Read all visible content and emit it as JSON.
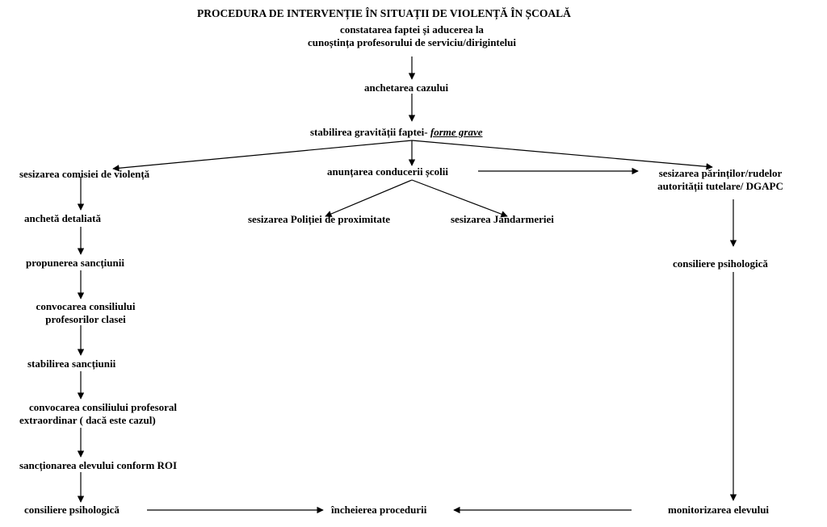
{
  "title": "PROCEDURA DE INTERVENȚIE ÎN SITUAȚII DE VIOLENȚĂ ÎN ȘCOALĂ",
  "nodes": {
    "constatare_l1": "constatarea faptei și aducerea la",
    "constatare_l2": "cunoștința profesorului de serviciu/dirigintelui",
    "ancheta": "anchetarea cazului",
    "gravitate_prefix": "stabilirea gravității faptei- ",
    "gravitate_emph": "forme grave",
    "comisie": "sesizarea comisiei de violență",
    "conducere": "anunțarea conducerii școlii",
    "parinti_l1": "sesizarea părinților/rudelor",
    "parinti_l2": "autorității tutelare/ DGAPC",
    "ancheta_detaliata": "anchetă detaliată",
    "politie": "sesizarea Poliției de proximitate",
    "jandarmerie": "sesizarea Jandarmeriei",
    "consiliere_dreapta": "consiliere psihologică",
    "propunere": "propunerea sancțiunii",
    "convocare_clasa_l1": "convocarea consiliului",
    "convocare_clasa_l2": "profesorilor clasei",
    "stabilire_sanctiune": "stabilirea sancțiunii",
    "convocare_extra_l1": "convocarea consiliului profesoral",
    "convocare_extra_l2": "extraordinar ( dacă este cazul)",
    "sanctionare": "sancționarea elevului conform ROI",
    "consiliere_stanga": "consiliere psihologică",
    "incheiere": "încheierea procedurii",
    "monitorizare": "monitorizarea elevului"
  }
}
